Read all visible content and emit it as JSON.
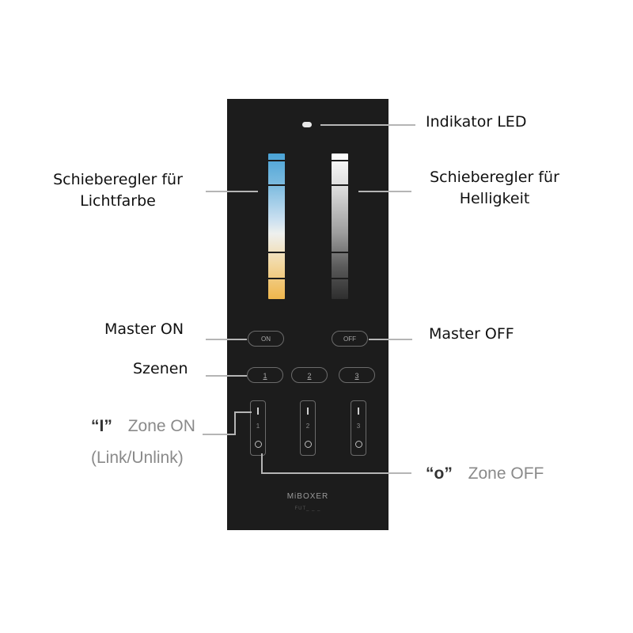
{
  "labels": {
    "indicator_led": "Indikator LED",
    "color_slider_line1": "Schieberegler für",
    "color_slider_line2": "Lichtfarbe",
    "brightness_slider_line1": "Schieberegler für",
    "brightness_slider_line2": "Helligkeit",
    "master_on": "Master ON",
    "master_off": "Master OFF",
    "scenes": "Szenen",
    "zone_on_quote": "“I”",
    "zone_on_text": "Zone ON",
    "zone_on_sub": "(Link/Unlink)",
    "zone_off_quote": "“o”",
    "zone_off_text": "Zone OFF"
  },
  "remote": {
    "on_button": "ON",
    "off_button": "OFF",
    "scenes": [
      "1",
      "2",
      "3"
    ],
    "zones": [
      "1",
      "2",
      "3"
    ],
    "brand": "MiBOXER",
    "model": "FUT_ _ _"
  },
  "colors": {
    "remote_body": "#1c1c1c",
    "leader_line": "#b5b5b5"
  }
}
